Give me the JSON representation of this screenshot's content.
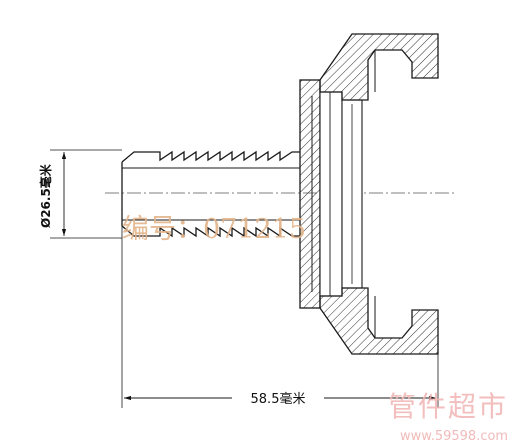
{
  "dimensions": {
    "length_label": "58.5毫米",
    "diameter_label": "Ø26.5毫米"
  },
  "watermarks": {
    "code_label": "编号：071215",
    "brand_label": "管件超市",
    "url_label": "www.59598.com"
  },
  "colors": {
    "line": "#1a1a1a",
    "hatch": "#333333",
    "code_watermark": "#e3b48a",
    "brand_watermark": "#f1b3b3"
  }
}
